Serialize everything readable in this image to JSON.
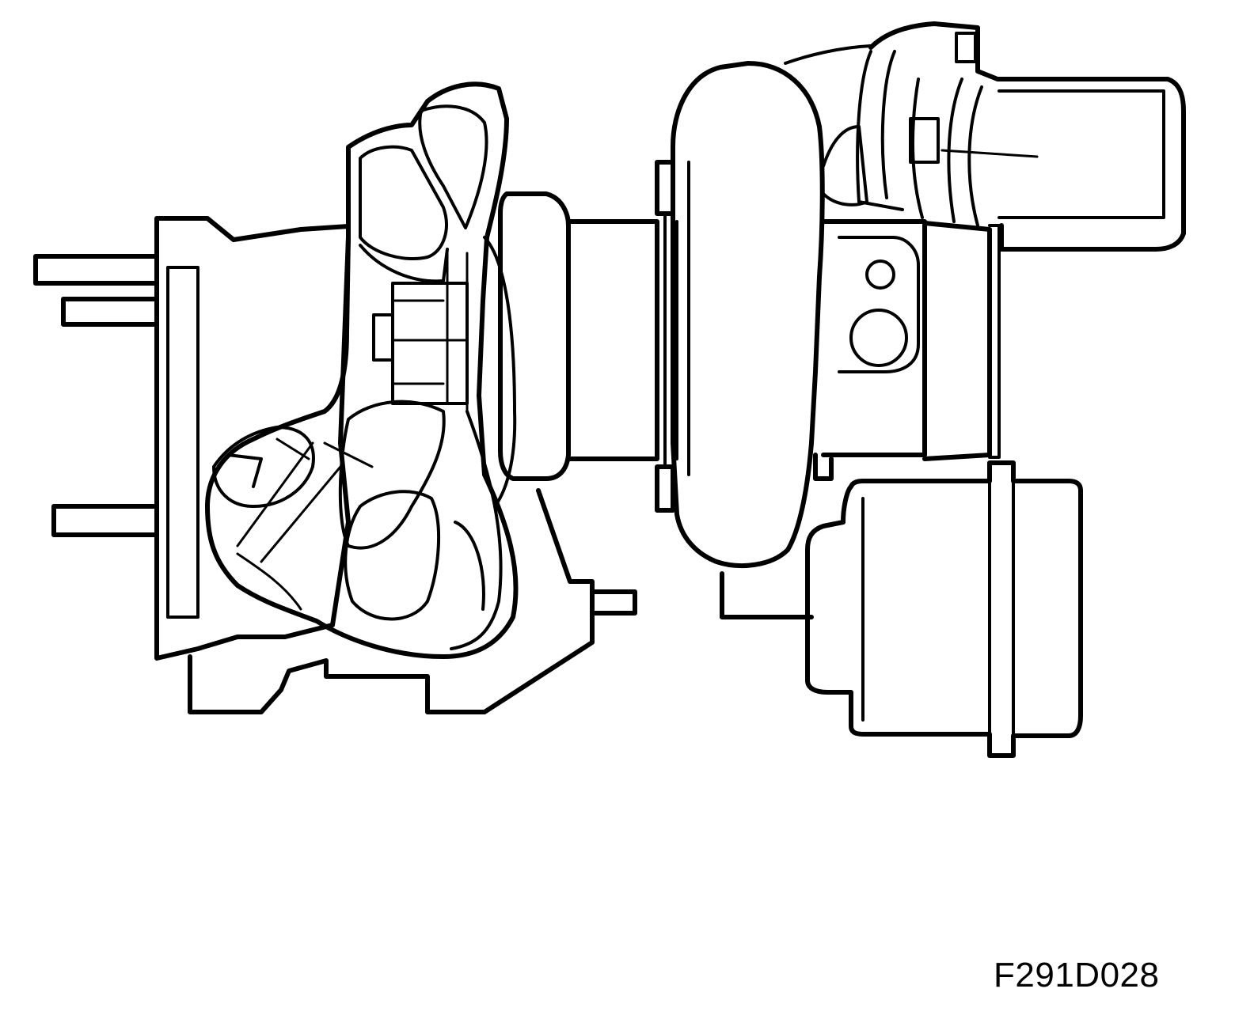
{
  "figure_code": "F291D028",
  "colors": {
    "line": "#000000",
    "background": "#ffffff"
  },
  "parts": [
    {
      "name": "turbine-housing"
    },
    {
      "name": "center-housing"
    },
    {
      "name": "compressor-housing"
    },
    {
      "name": "compressor-outlet"
    },
    {
      "name": "wastegate-actuator"
    }
  ]
}
